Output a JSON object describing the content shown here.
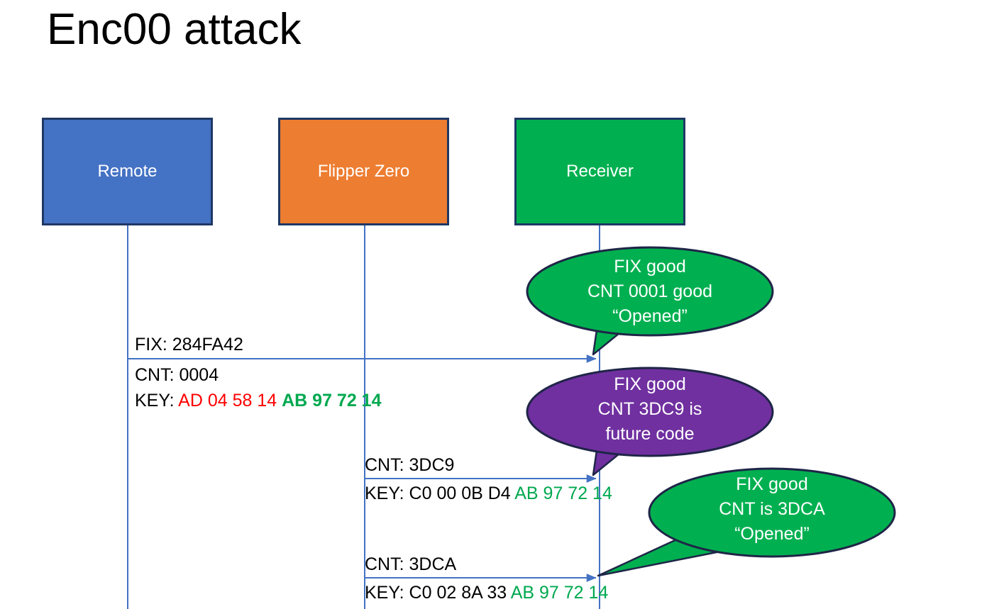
{
  "slide": {
    "title": "Enc00 attack",
    "background": "#FFFFFF"
  },
  "colors": {
    "remote_fill": "#4472C4",
    "flipper_fill": "#ED7D31",
    "receiver_fill": "#00B050",
    "callout_green": "#00B050",
    "callout_purple": "#7030A0",
    "box_border": "#1F3864",
    "lifeline": "#4472C4",
    "text_red": "#FF0000",
    "text_green": "#00A84F",
    "text_black": "#000000"
  },
  "actors": [
    {
      "id": "remote",
      "label": "Remote"
    },
    {
      "id": "flipper",
      "label": "Flipper Zero"
    },
    {
      "id": "receiver",
      "label": "Receiver"
    }
  ],
  "messages": [
    {
      "id": "msg1",
      "from": "remote",
      "to": "receiver",
      "fix_label": "FIX: 284FA42",
      "cnt_label": "CNT: 0004",
      "key_prefix": "KEY: ",
      "key_first_half": "AD 04 58 14",
      "key_second_half": "AB 97 72 14"
    },
    {
      "id": "msg2",
      "from": "flipper",
      "to": "receiver",
      "cnt_label": "CNT: 3DC9",
      "key_prefix": "KEY: C0 00 0B D4 ",
      "key_second_half": "AB 97 72 14"
    },
    {
      "id": "msg3",
      "from": "flipper",
      "to": "receiver",
      "cnt_label": "CNT: 3DCA",
      "key_prefix": "KEY: C0 02 8A 33 ",
      "key_second_half": "AB 97 72 14"
    }
  ],
  "callouts": [
    {
      "id": "callout1",
      "color": "#00B050",
      "line1": "FIX good",
      "line2": "CNT 0001 good",
      "line3": "“Opened”"
    },
    {
      "id": "callout2",
      "color": "#7030A0",
      "line1": "FIX good",
      "line2": "CNT 3DC9 is",
      "line3": "future code"
    },
    {
      "id": "callout3",
      "color": "#00B050",
      "line1": "FIX good",
      "line2": "CNT is 3DCA",
      "line3": "“Opened”"
    }
  ]
}
